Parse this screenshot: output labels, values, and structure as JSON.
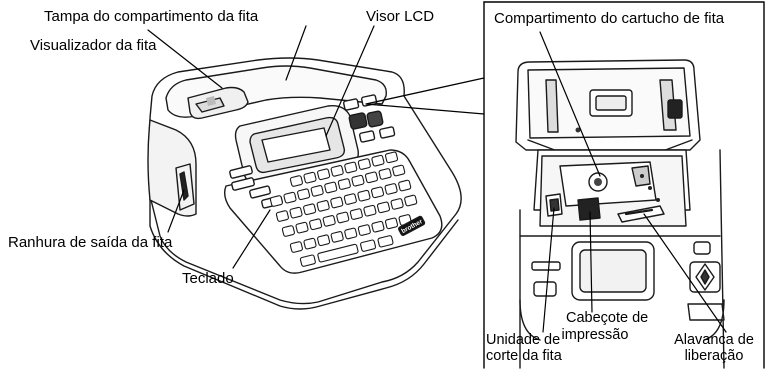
{
  "labels": {
    "tape_cover": "Tampa do compartimento da fita",
    "tape_viewer": "Visualizador da fita",
    "lcd": "Visor LCD",
    "exit_slot": "Ranhura de saída da fita",
    "keyboard": "Teclado",
    "cassette_compartment": "Compartimento do cartucho de fita",
    "print_head_line1": "Cabeçote de",
    "print_head_line2": "impressão",
    "cutter_line1": "Unidade de",
    "cutter_line2": "corte da fita",
    "release_lever_line1": "Alavanca de",
    "release_lever_line2": "liberação"
  },
  "logo_text": "brother"
}
